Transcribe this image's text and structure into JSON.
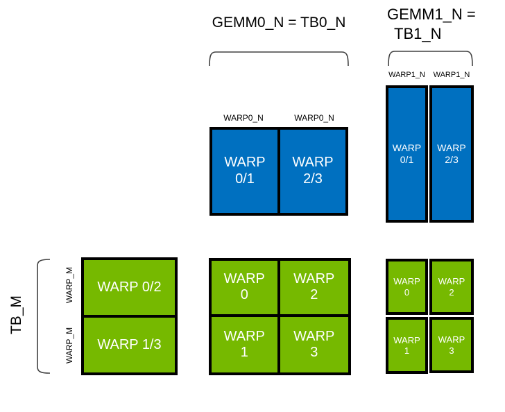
{
  "colors": {
    "blue": "#0070C0",
    "green": "#76B900",
    "outline": "#000000",
    "bracket": "#404040",
    "text_on_fill": "#FFFFFF",
    "text_dark": "#000000"
  },
  "titles": {
    "gemm0_n": "GEMM0_N = TB0_N",
    "gemm1_n_line1": "GEMM1_N =",
    "gemm1_n_line2": "TB1_N",
    "tb_m": "TB_M"
  },
  "dim_labels": {
    "warp0_n_left": "WARP0_N",
    "warp0_n_right": "WARP0_N",
    "warp1_n_left": "WARP1_N",
    "warp1_n_right": "WARP1_N",
    "warp_m_top": "WARP_M",
    "warp_m_bottom": "WARP_M"
  },
  "gemm0_warp_tile_blue": {
    "cells": [
      {
        "line1": "WARP",
        "line2": "0/1"
      },
      {
        "line1": "WARP",
        "line2": "2/3"
      }
    ]
  },
  "gemm1_warp_tile_blue": {
    "cells": [
      {
        "line1": "WARP",
        "line2": "0/1"
      },
      {
        "line1": "WARP",
        "line2": "2/3"
      }
    ]
  },
  "tb_m_warp_tile_green": {
    "rows": [
      {
        "label": "WARP 0/2"
      },
      {
        "label": "WARP 1/3"
      }
    ]
  },
  "gemm0_warp_grid_green": {
    "cells": [
      {
        "line1": "WARP",
        "line2": "0"
      },
      {
        "line1": "WARP",
        "line2": "2"
      },
      {
        "line1": "WARP",
        "line2": "1"
      },
      {
        "line1": "WARP",
        "line2": "3"
      }
    ]
  },
  "gemm1_warp_grid_green": {
    "cells": [
      {
        "line1": "WARP",
        "line2": "0"
      },
      {
        "line1": "WARP",
        "line2": "2"
      },
      {
        "line1": "WARP",
        "line2": "1"
      },
      {
        "line1": "WARP",
        "line2": "3"
      }
    ]
  }
}
